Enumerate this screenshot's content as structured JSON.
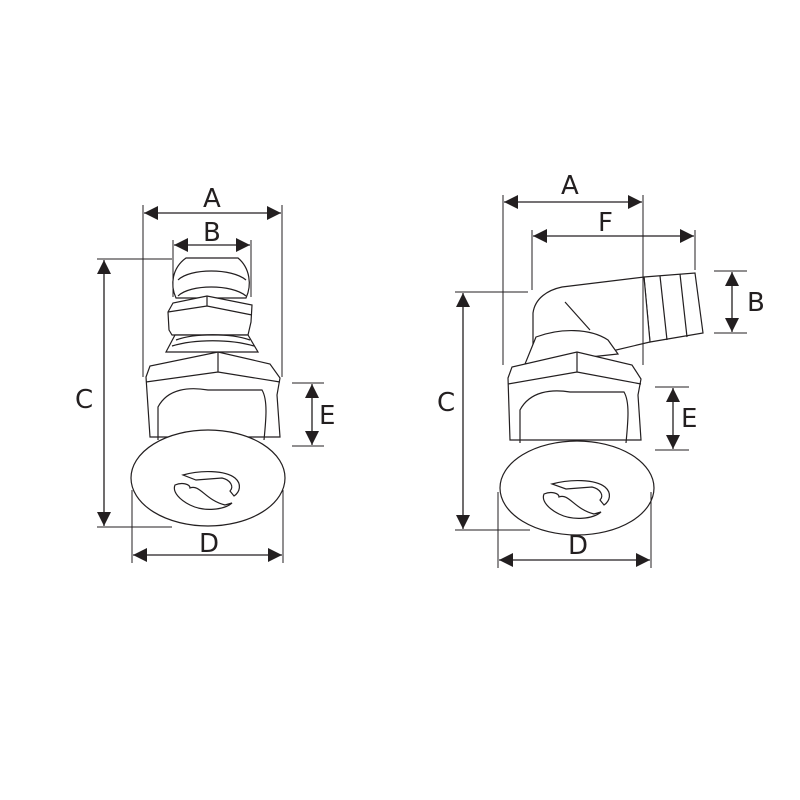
{
  "colors": {
    "line": "#231f20",
    "background": "#ffffff"
  },
  "straight_fitting": {
    "labels": {
      "A": "A",
      "B": "B",
      "C": "C",
      "D": "D",
      "E": "E"
    }
  },
  "angled_fitting": {
    "labels": {
      "A": "A",
      "F": "F",
      "B": "B",
      "C": "C",
      "D": "D",
      "E": "E"
    }
  }
}
